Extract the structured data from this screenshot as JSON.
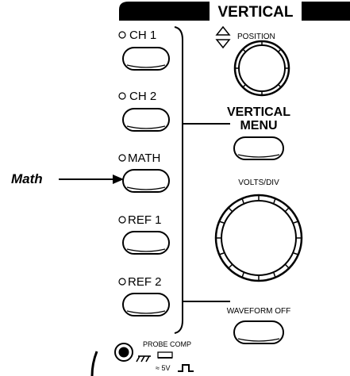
{
  "header": {
    "title": "VERTICAL"
  },
  "buttons": {
    "ch1": "CH 1",
    "ch2": "CH 2",
    "math": "MATH",
    "ref1": "REF 1",
    "ref2": "REF 2"
  },
  "callout": {
    "label": "Math"
  },
  "position_knob": {
    "label": "POSITION"
  },
  "vertical_menu": {
    "line1": "VERTICAL",
    "line2": "MENU"
  },
  "volts_div": {
    "label": "VOLTS/DIV"
  },
  "waveform_off": {
    "label": "WAVEFORM OFF"
  },
  "probe_comp": {
    "label": "PROBE COMP",
    "voltage": "≈ 5V"
  }
}
